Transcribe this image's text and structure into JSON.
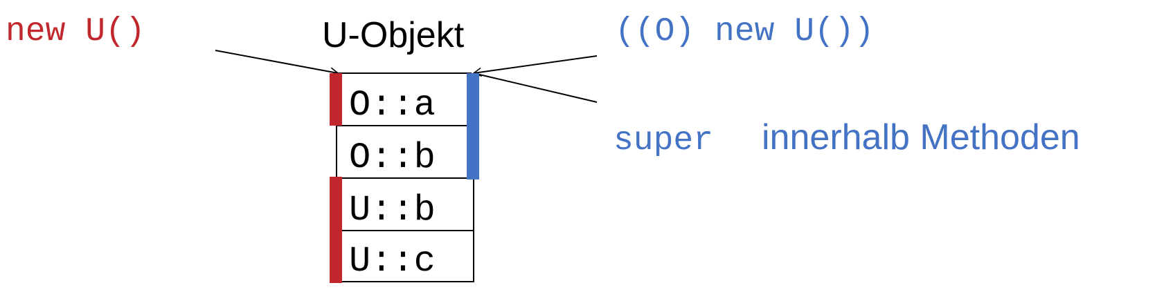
{
  "colors": {
    "red": "#C1272D",
    "blue": "#4472C4",
    "black": "#000000"
  },
  "labels": {
    "new_u": "new U()",
    "object_title": "U-Objekt",
    "cast_expr": "((O) new U())",
    "super_keyword": "super",
    "super_rest": "innerhalb Methoden"
  },
  "fields": [
    {
      "label": "O::a"
    },
    {
      "label": "O::b"
    },
    {
      "label": "U::b"
    },
    {
      "label": "U::c"
    }
  ]
}
